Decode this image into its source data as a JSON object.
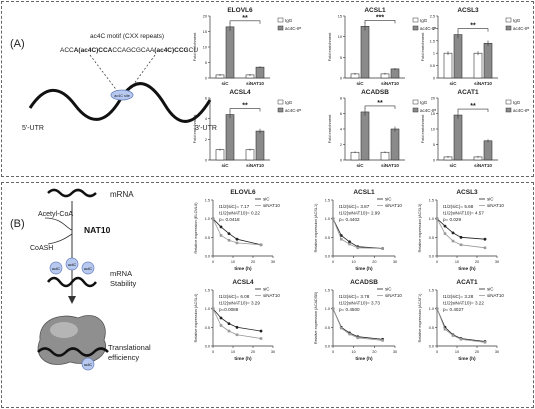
{
  "panelA": {
    "label": "(A)",
    "motif_title": "ac4C motif (CXX repeats)",
    "motif_seq": [
      "ACC",
      "A(ac4C)",
      "CCA",
      "CCAGCGCAA",
      "(ac4C)",
      "CCG",
      "CU"
    ],
    "utr5": "5'-UTR",
    "utr3": "3'-UTR",
    "ac4c_site": "ac4C site",
    "legend": [
      "IgG",
      "ac4C-IP"
    ],
    "ylabel": "Fold enrichment",
    "categories": [
      "siC",
      "siNAT10"
    ]
  },
  "panelB": {
    "label": "(B)",
    "mrna": "mRNA",
    "acetyl": "Acetyl-CoA",
    "nat10": "NAT10",
    "coash": "CoASH",
    "stability": [
      "mRNA",
      "Stability"
    ],
    "translational": [
      "Translational",
      "efficiency"
    ],
    "ac4c": "ac4C",
    "xlabel": "time (h)",
    "legend": [
      "siC",
      "siNAT10"
    ]
  },
  "chart_data": [
    {
      "type": "bar",
      "title": "ELOVL6",
      "ylabel": "Fold enrichment",
      "categories": [
        "siC",
        "siNAT10"
      ],
      "ylim": [
        0,
        20
      ],
      "yticks": [
        0,
        5,
        10,
        15,
        20
      ],
      "series": [
        {
          "name": "IgG",
          "values": [
            1,
            1
          ]
        },
        {
          "name": "ac4C-IP",
          "values": [
            16.5,
            3.5
          ]
        }
      ],
      "significance": "**"
    },
    {
      "type": "bar",
      "title": "ACSL1",
      "ylabel": "Fold enrichment",
      "categories": [
        "siC",
        "siNAT10"
      ],
      "ylim": [
        0,
        15
      ],
      "yticks": [
        0,
        5,
        10,
        15
      ],
      "series": [
        {
          "name": "IgG",
          "values": [
            1,
            1
          ]
        },
        {
          "name": "ac4C-IP",
          "values": [
            12.5,
            2.2
          ]
        }
      ],
      "significance": "***"
    },
    {
      "type": "bar",
      "title": "ACSL3",
      "ylabel": "Fold enrichment",
      "categories": [
        "siC",
        "siNAT10"
      ],
      "ylim": [
        0,
        2.5
      ],
      "yticks": [
        0,
        0.5,
        1,
        1.5,
        2,
        2.5
      ],
      "series": [
        {
          "name": "IgG",
          "values": [
            1,
            1
          ]
        },
        {
          "name": "ac4C-IP",
          "values": [
            1.75,
            1.4
          ]
        }
      ],
      "significance": "**"
    },
    {
      "type": "bar",
      "title": "ACSL4",
      "ylabel": "Fold enrichment",
      "categories": [
        "siC",
        "siNAT10"
      ],
      "ylim": [
        0,
        6
      ],
      "yticks": [
        0,
        2,
        4,
        6
      ],
      "series": [
        {
          "name": "IgG",
          "values": [
            1,
            1
          ]
        },
        {
          "name": "ac4C-IP",
          "values": [
            4.4,
            2.8
          ]
        }
      ],
      "significance": "**"
    },
    {
      "type": "bar",
      "title": "ACADSB",
      "ylabel": "Fold enrichment",
      "categories": [
        "siC",
        "siNAT10"
      ],
      "ylim": [
        0,
        8
      ],
      "yticks": [
        0,
        2,
        4,
        6,
        8
      ],
      "series": [
        {
          "name": "IgG",
          "values": [
            1,
            1
          ]
        },
        {
          "name": "ac4C-IP",
          "values": [
            6.2,
            4.0
          ]
        }
      ],
      "significance": "**"
    },
    {
      "type": "bar",
      "title": "ACAT1",
      "ylabel": "Fold enrichment",
      "categories": [
        "siC",
        "siNAT10"
      ],
      "ylim": [
        0,
        20
      ],
      "yticks": [
        0,
        5,
        10,
        15,
        20
      ],
      "series": [
        {
          "name": "IgG",
          "values": [
            1,
            1
          ]
        },
        {
          "name": "ac4C-IP",
          "values": [
            14.5,
            6.2
          ]
        }
      ],
      "significance": "**"
    },
    {
      "type": "line",
      "title": "ELOVL6",
      "ylabel": "Relative expression (ELOVL6)",
      "xlabel": "time (h)",
      "xlim": [
        0,
        30
      ],
      "ylim": [
        0,
        1.5
      ],
      "xticks": [
        0,
        10,
        20,
        30
      ],
      "yticks": [
        0,
        0.5,
        1.0,
        1.5
      ],
      "annotations": [
        "t1/2(siC)= 7.17",
        "t1/2(siNAT10)= 0.22",
        "p= 0.0418"
      ],
      "series": [
        {
          "name": "siC",
          "x": [
            0,
            4,
            8,
            12,
            24
          ],
          "y": [
            1.0,
            0.78,
            0.6,
            0.45,
            0.3
          ]
        },
        {
          "name": "siNAT10",
          "x": [
            0,
            4,
            8,
            12,
            24
          ],
          "y": [
            1.0,
            0.55,
            0.42,
            0.35,
            0.3
          ]
        }
      ]
    },
    {
      "type": "line",
      "title": "ACSL1",
      "ylabel": "Relative expression (ACSL1)",
      "xlabel": "time (h)",
      "xlim": [
        0,
        30
      ],
      "ylim": [
        0,
        1.5
      ],
      "xticks": [
        0,
        10,
        20,
        30
      ],
      "yticks": [
        0,
        0.5,
        1.0,
        1.5
      ],
      "annotations": [
        "t1/2(siC)= 3.87",
        "t1/2(siNAT10)= 2.99",
        "p= 0.4402"
      ],
      "series": [
        {
          "name": "siC",
          "x": [
            0,
            4,
            8,
            12,
            24
          ],
          "y": [
            1.0,
            0.55,
            0.38,
            0.25,
            0.2
          ]
        },
        {
          "name": "siNAT10",
          "x": [
            0,
            4,
            8,
            12,
            24
          ],
          "y": [
            1.0,
            0.45,
            0.32,
            0.22,
            0.2
          ]
        }
      ]
    },
    {
      "type": "line",
      "title": "ACSL3",
      "ylabel": "Relative expression (ACSL3)",
      "xlabel": "time (h)",
      "xlim": [
        0,
        30
      ],
      "ylim": [
        0,
        1.5
      ],
      "xticks": [
        0,
        10,
        20,
        30
      ],
      "yticks": [
        0,
        0.5,
        1.0,
        1.5
      ],
      "annotations": [
        "t1/2(siC)= 5.68",
        "t1/2(siNAT10)= 4.57",
        "p= 0.029"
      ],
      "series": [
        {
          "name": "siC",
          "x": [
            0,
            4,
            8,
            12,
            24
          ],
          "y": [
            1.0,
            0.8,
            0.62,
            0.5,
            0.45
          ]
        },
        {
          "name": "siNAT10",
          "x": [
            0,
            4,
            8,
            12,
            24
          ],
          "y": [
            1.0,
            0.6,
            0.4,
            0.3,
            0.22
          ]
        }
      ]
    },
    {
      "type": "line",
      "title": "ACSL4",
      "ylabel": "Relative expression (ACSL4)",
      "xlabel": "time (h)",
      "xlim": [
        0,
        30
      ],
      "ylim": [
        0,
        1.5
      ],
      "xticks": [
        0,
        10,
        20,
        30
      ],
      "yticks": [
        0,
        0.5,
        1.0,
        1.5
      ],
      "annotations": [
        "t1/2(siC)= 6.08",
        "t1/2(siNAT10)= 3.29",
        "p=0.0088"
      ],
      "series": [
        {
          "name": "siC",
          "x": [
            0,
            4,
            8,
            12,
            24
          ],
          "y": [
            1.0,
            0.75,
            0.6,
            0.5,
            0.4
          ]
        },
        {
          "name": "siNAT10",
          "x": [
            0,
            4,
            8,
            12,
            24
          ],
          "y": [
            1.0,
            0.55,
            0.4,
            0.3,
            0.2
          ]
        }
      ]
    },
    {
      "type": "line",
      "title": "ACADSB",
      "ylabel": "Relative expression (ACADSB)",
      "xlabel": "time (h)",
      "xlim": [
        0,
        30
      ],
      "ylim": [
        0,
        1.5
      ],
      "xticks": [
        0,
        10,
        20,
        30
      ],
      "yticks": [
        0,
        0.5,
        1.0,
        1.5
      ],
      "annotations": [
        "t1/2(siC)= 3.78",
        "t1/2(siNAT10)= 3.73",
        "p= 0.4500"
      ],
      "series": [
        {
          "name": "siC",
          "x": [
            0,
            4,
            8,
            12,
            24
          ],
          "y": [
            1.0,
            0.5,
            0.35,
            0.25,
            0.18
          ]
        },
        {
          "name": "siNAT10",
          "x": [
            0,
            4,
            8,
            12,
            24
          ],
          "y": [
            1.0,
            0.48,
            0.32,
            0.22,
            0.15
          ]
        }
      ]
    },
    {
      "type": "line",
      "title": "ACAT1",
      "ylabel": "Relative expression (ACAT1)",
      "xlabel": "time (h)",
      "xlim": [
        0,
        30
      ],
      "ylim": [
        0,
        1.5
      ],
      "xticks": [
        0,
        10,
        20,
        30
      ],
      "yticks": [
        0,
        0.5,
        1.0,
        1.5
      ],
      "annotations": [
        "t1/2(siC)= 3.28",
        "t1/2(siNAT10)= 3.22",
        "p= 0.4027"
      ],
      "series": [
        {
          "name": "siC",
          "x": [
            0,
            4,
            8,
            12,
            24
          ],
          "y": [
            1.0,
            0.5,
            0.3,
            0.2,
            0.12
          ]
        },
        {
          "name": "siNAT10",
          "x": [
            0,
            4,
            8,
            12,
            24
          ],
          "y": [
            1.0,
            0.45,
            0.28,
            0.18,
            0.1
          ]
        }
      ]
    }
  ]
}
